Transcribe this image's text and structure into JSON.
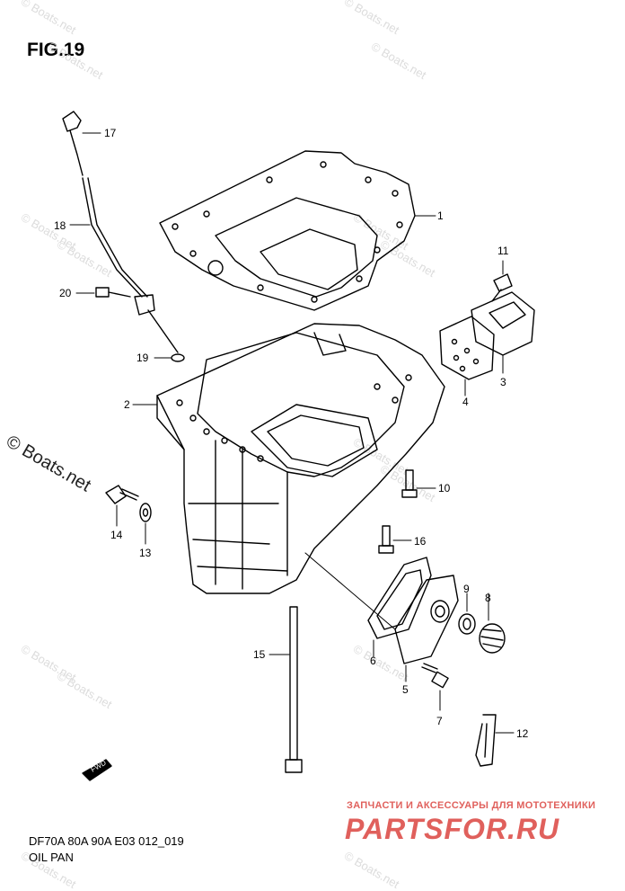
{
  "figure": {
    "title": "FIG.19",
    "caption_model": "DF70A 80A 90A E03 012_019",
    "caption_name": "OIL PAN"
  },
  "watermarks": {
    "repeated": "© Boats.net",
    "main": "© Boats.net"
  },
  "branding": {
    "tagline": "ЗАПЧАСТИ И АКСЕССУАРЫ ДЛЯ МОТОТЕХНИКИ",
    "logo_text": "PARTSFOR.RU",
    "color": "#e0605c"
  },
  "fwd_label": "FWD",
  "callouts": [
    {
      "id": "1",
      "part": "gasket"
    },
    {
      "id": "2",
      "part": "oil-pan"
    },
    {
      "id": "3",
      "part": "cover"
    },
    {
      "id": "4",
      "part": "cover-gasket"
    },
    {
      "id": "5",
      "part": "plate"
    },
    {
      "id": "6",
      "part": "plate-gasket"
    },
    {
      "id": "7",
      "part": "bolt"
    },
    {
      "id": "8",
      "part": "cap"
    },
    {
      "id": "9",
      "part": "o-ring"
    },
    {
      "id": "10",
      "part": "bolt"
    },
    {
      "id": "11",
      "part": "bolt"
    },
    {
      "id": "12",
      "part": "clip"
    },
    {
      "id": "13",
      "part": "washer"
    },
    {
      "id": "14",
      "part": "drain-plug"
    },
    {
      "id": "15",
      "part": "long-bolt"
    },
    {
      "id": "16",
      "part": "bolt"
    },
    {
      "id": "17",
      "part": "dipstick"
    },
    {
      "id": "18",
      "part": "dipstick-tube"
    },
    {
      "id": "19",
      "part": "o-ring"
    },
    {
      "id": "20",
      "part": "bolt"
    }
  ]
}
